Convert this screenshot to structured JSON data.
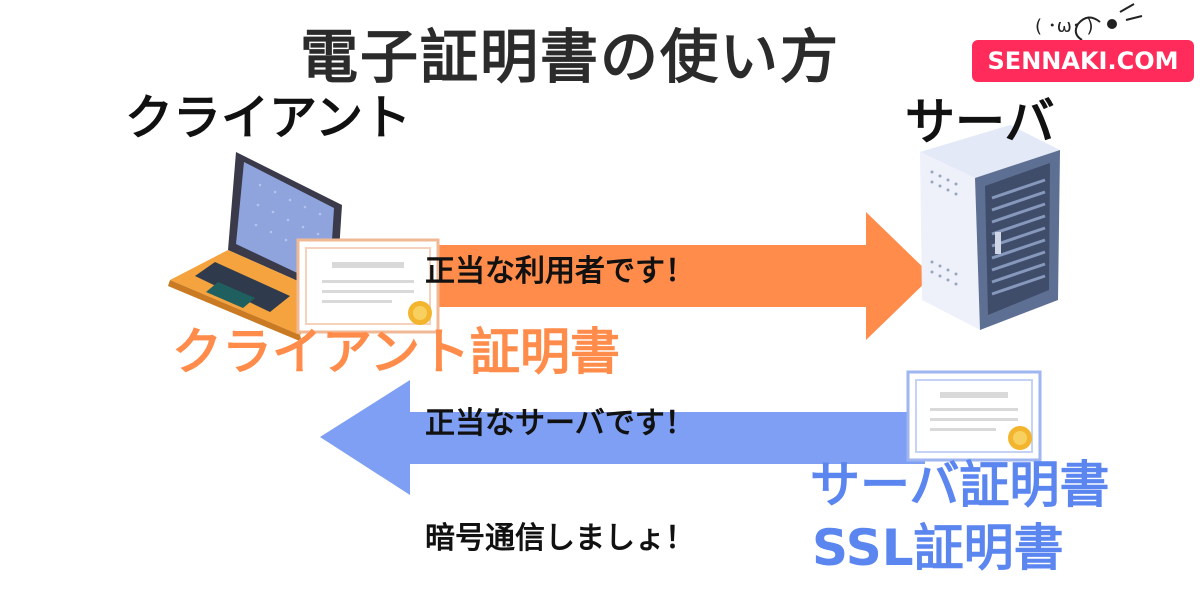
{
  "title": "電子証明書の使い方",
  "site_badge": "SENNAKI.COM",
  "mascot_face": "( ･ω･ )",
  "client": {
    "label": "クライアント",
    "icon": "laptop-icon"
  },
  "server": {
    "label": "サーバ",
    "icon": "server-rack-icon"
  },
  "messages": {
    "client_to_server": "正当な利用者です！",
    "server_to_client": "正当なサーバです！",
    "encrypted": "暗号通信しましょ！"
  },
  "certificates": {
    "client": "クライアント証明書",
    "server": "サーバ証明書",
    "ssl": "SSL証明書"
  },
  "colors": {
    "orange_arrow": "#ff8c4a",
    "blue_arrow": "#7e9ff3",
    "client_cert_text": "#ff8c4a",
    "server_cert_text": "#5b86f0",
    "badge": "#ff2b5a"
  }
}
